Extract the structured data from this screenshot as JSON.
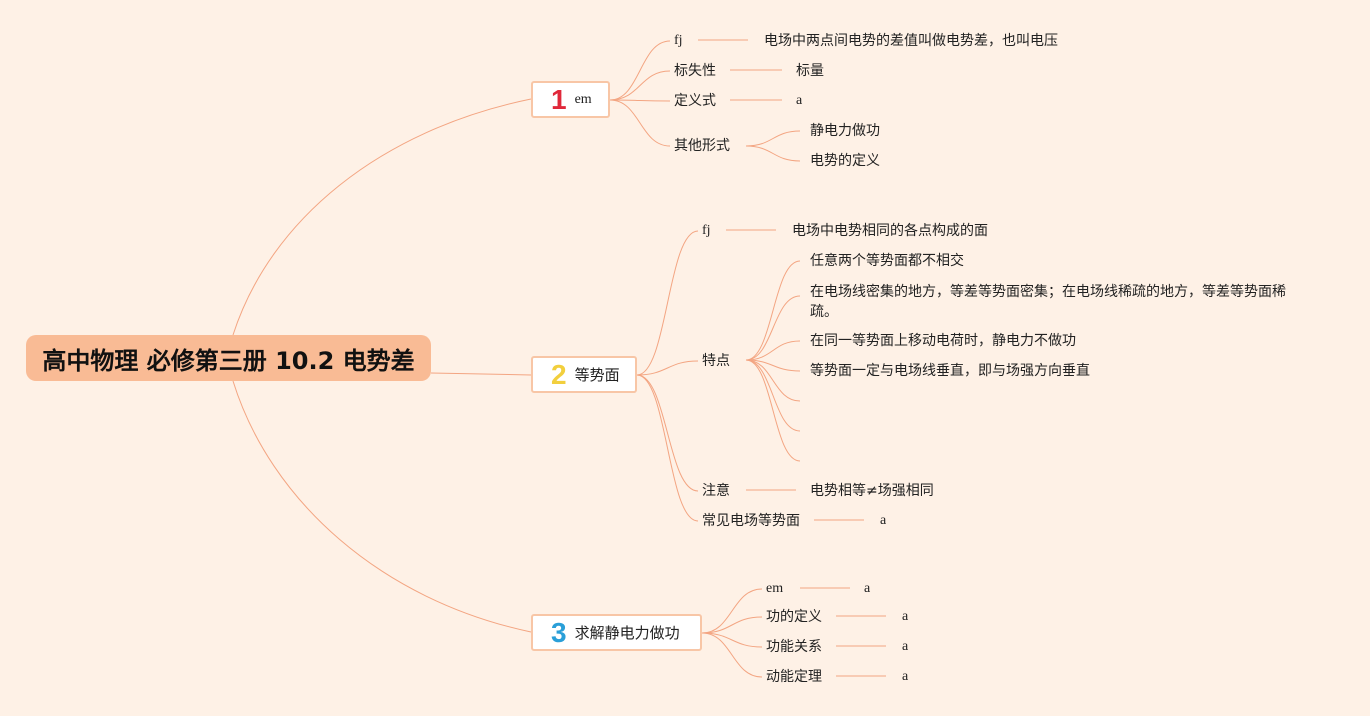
{
  "root": {
    "title": "高中物理 必修第三册 10.2 电势差"
  },
  "colors": {
    "background": "#fef1e6",
    "root_fill": "#f9bb95",
    "branch_border": "#f8c6a6",
    "link": "#f3a582",
    "num1": "#e0283a",
    "num2": "#f2cf3d",
    "num3": "#2a9fd8"
  },
  "branch1": {
    "number": "1",
    "label": "em",
    "items": {
      "fj": {
        "label": "fj",
        "value": "电场中两点间电势的差值叫做电势差，也叫电压"
      },
      "scalar": {
        "label": "标失性",
        "value": "标量"
      },
      "definition": {
        "label": "定义式",
        "value": "a"
      },
      "other": {
        "label": "其他形式",
        "children": [
          "静电力做功",
          "电势的定义"
        ]
      }
    }
  },
  "branch2": {
    "number": "2",
    "label": "等势面",
    "items": {
      "fj": {
        "label": "fj",
        "value": "电场中电势相同的各点构成的面"
      },
      "features": {
        "label": "特点",
        "children": [
          "任意两个等势面都不相交",
          "在电场线密集的地方，等差等势面密集；在电场线稀疏的地方，等差等势面稀疏。",
          "在同一等势面上移动电荷时，静电力不做功",
          "等势面一定与电场线垂直，即与场强方向垂直"
        ]
      },
      "note": {
        "label": "注意",
        "value": "电势相等≠场强相同"
      },
      "common": {
        "label": "常见电场等势面",
        "value": "a"
      }
    }
  },
  "branch3": {
    "number": "3",
    "label": "求解静电力做功",
    "items": {
      "em": {
        "label": "em",
        "value": "a"
      },
      "work_def": {
        "label": "功的定义",
        "value": "a"
      },
      "energy": {
        "label": "功能关系",
        "value": "a"
      },
      "theorem": {
        "label": "动能定理",
        "value": "a"
      }
    }
  }
}
